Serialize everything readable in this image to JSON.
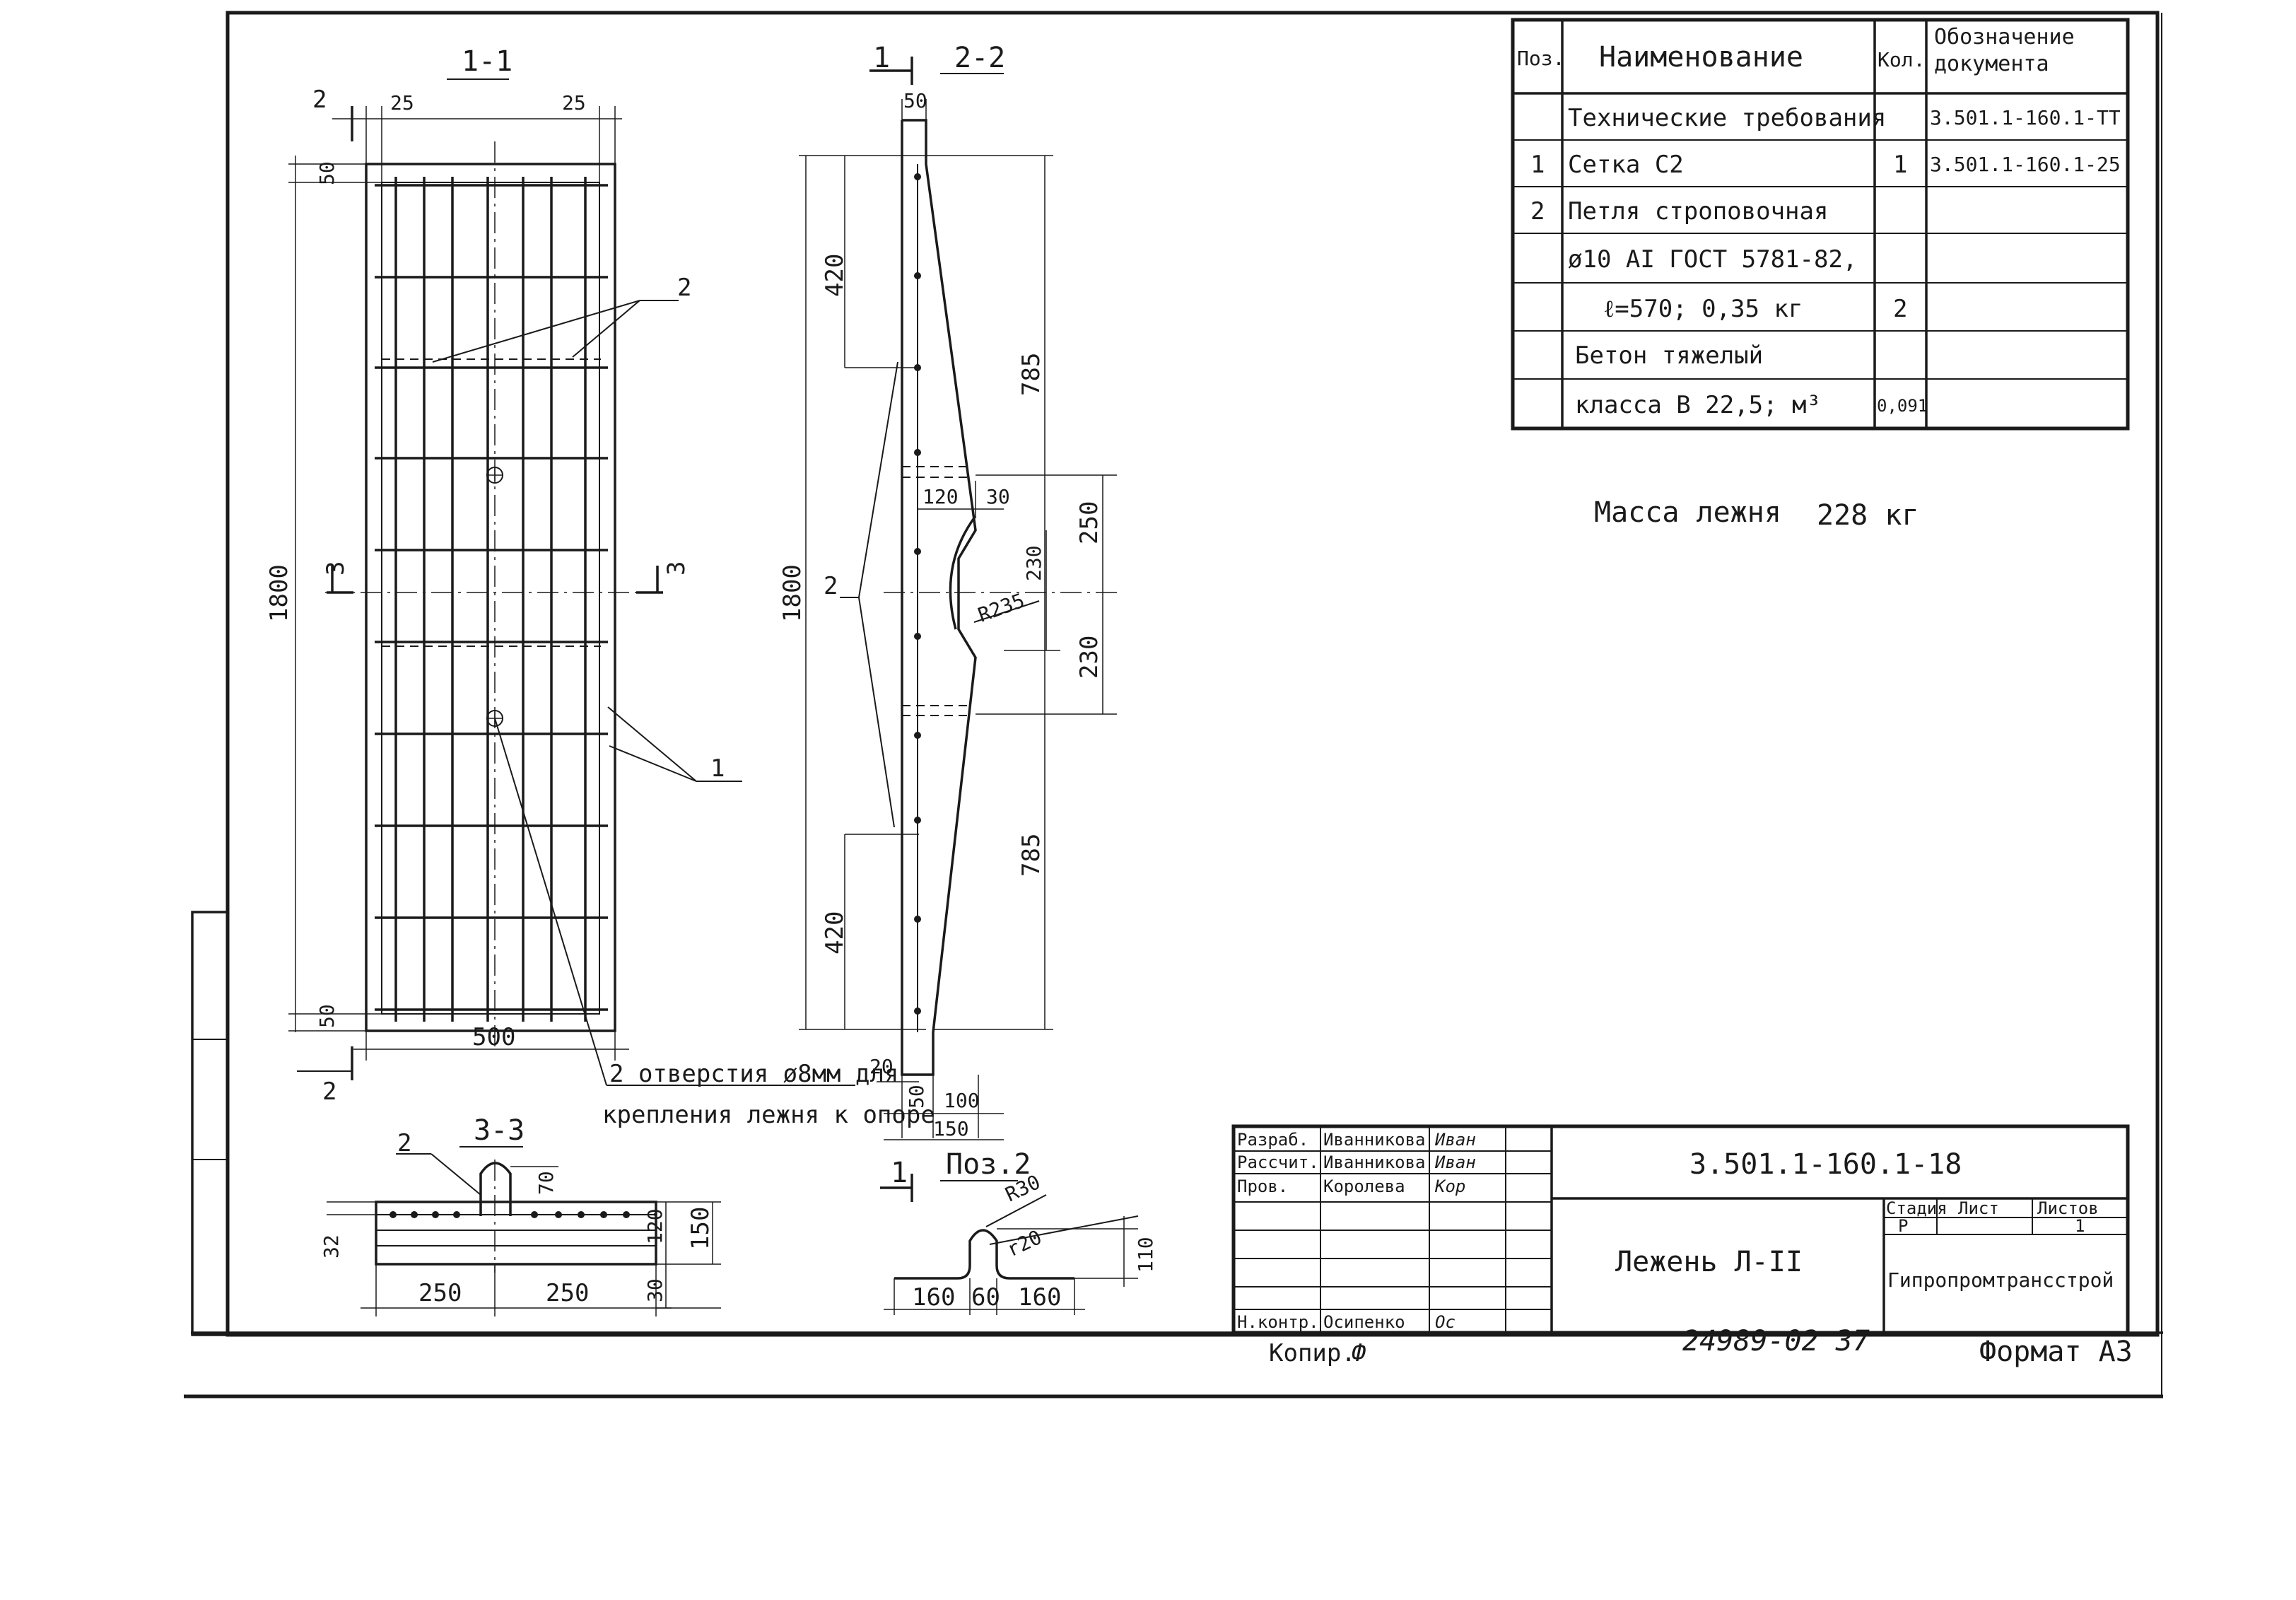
{
  "spec_table": {
    "headers": {
      "pos": "Поз.",
      "name": "Наименование",
      "qty": "Кол.",
      "doc": "Обозначение документа"
    },
    "rows": [
      {
        "pos": "",
        "name": "Технические требования",
        "qty": "",
        "doc": "3.501.1-160.1-ТТ"
      },
      {
        "pos": "1",
        "name": "Сетка С2",
        "qty": "1",
        "doc": "3.501.1-160.1-25"
      },
      {
        "pos": "2",
        "name": "Петля строповочная",
        "qty": "",
        "doc": ""
      },
      {
        "pos": "",
        "name": "ø10 АI ГОСТ 5781-82,",
        "qty": "",
        "doc": ""
      },
      {
        "pos": "",
        "name": "ℓ=570; 0,35 кг",
        "qty": "2",
        "doc": ""
      },
      {
        "pos": "",
        "name": "Бетон тяжелый",
        "qty": "",
        "doc": ""
      },
      {
        "pos": "",
        "name": "класса В 22,5; м³",
        "qty": "0,091",
        "doc": ""
      }
    ]
  },
  "mass_note": {
    "label": "Масса лежня",
    "value": "228 кг"
  },
  "section_1_1": {
    "title": "1-1",
    "dims": {
      "d25_left": "25",
      "d25_right": "25",
      "d50_top": "50",
      "d50_bottom": "50",
      "height": "1800",
      "width": "500"
    },
    "cut_marks": {
      "cut2_top": "2",
      "cut2_bottom": "2",
      "cut3_left": "3",
      "cut3_right": "3"
    },
    "callouts": {
      "loops": "2",
      "mesh": "1"
    },
    "note_line1": "2 отверстия  ø8мм для",
    "note_line2": "крепления лежня к опоре"
  },
  "section_2_2": {
    "title": "2-2",
    "cut_mark": "1",
    "dims": {
      "d50": "50",
      "d420_top": "420",
      "d785_top": "785",
      "d120": "120",
      "d30": "30",
      "d230a": "230",
      "d230b": "230",
      "r235": "R235",
      "d250": "250",
      "height": "1800",
      "d785_bottom": "785",
      "d420_bottom": "420",
      "d20": "20",
      "d50b": "50",
      "d100": "100",
      "d150": "150"
    },
    "callout": "2"
  },
  "section_3_3": {
    "title": "3-3",
    "callout": "2",
    "dims": {
      "d70": "70",
      "d32": "32",
      "d120": "120",
      "d150": "150",
      "d30": "30",
      "d250a": "250",
      "d250b": "250"
    }
  },
  "pos2_detail": {
    "title": "Поз.2",
    "cut_mark": "1",
    "dims": {
      "r30": "R30",
      "r20": "r20",
      "d110": "110",
      "d160a": "160",
      "d60": "60",
      "d160b": "160"
    }
  },
  "title_block": {
    "roles": [
      "Разраб.",
      "Рассчит.",
      "Пров.",
      "",
      "",
      "",
      "Н.контр."
    ],
    "names": [
      "Иванникова",
      "Иванникова",
      "Королева",
      "",
      "",
      "",
      "Осипенко"
    ],
    "signatures": [
      "Иван",
      "Иван",
      "Кор",
      "",
      "",
      "",
      "Ос"
    ],
    "doc_code": "3.501.1-160.1-18",
    "item_name": "Лежень Л-II",
    "stage_label": "Стадия",
    "sheet_label": "Лист",
    "sheets_label": "Листов",
    "stage_value": "Р",
    "sheets_value": "1",
    "organization": "Гипропромтрансстрой"
  },
  "footer": {
    "copied": "Копир.",
    "copied_sig": "Ф",
    "inventory": "24989-02   37",
    "format": "Формат А3"
  }
}
